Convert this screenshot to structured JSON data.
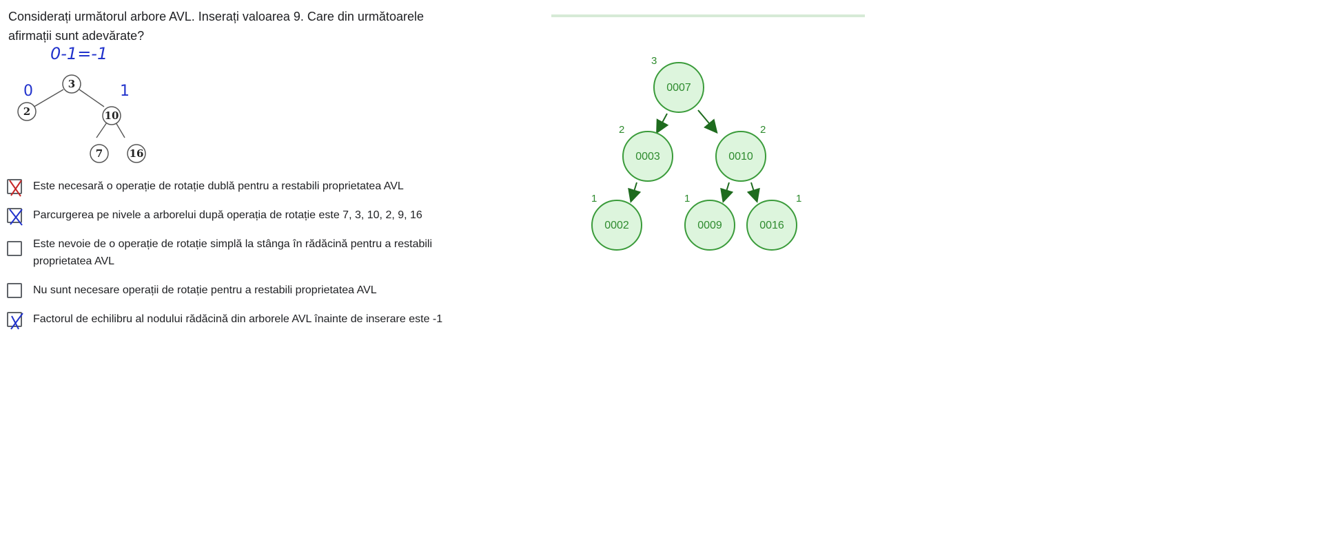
{
  "question": {
    "text_line1": "Considerați următorul arbore AVL. Inserați valoarea 9. Care din următoarele",
    "text_line2": "afirmații sunt adevărate?"
  },
  "handwritten": {
    "formula": "0-1=-1",
    "left_annot": "0",
    "right_annot": "1"
  },
  "initial_tree": {
    "root": "3",
    "left": "2",
    "right": "10",
    "right_left": "7",
    "right_right": "16"
  },
  "options": [
    {
      "label": "Este necesară o operație de rotație dublă pentru a restabili proprietatea AVL",
      "mark": "red-x"
    },
    {
      "label": "Parcurgerea pe nivele a arborelui după operația de rotație este 7, 3, 10, 2, 9, 16",
      "mark": "blue-x"
    },
    {
      "label_line1": "Este nevoie de o operație de rotație simplă la stânga în rădăcină pentru a restabili",
      "label_line2": "proprietatea AVL",
      "mark": "none"
    },
    {
      "label": "Nu sunt necesare operații de rotație pentru a restabili proprietatea AVL",
      "mark": "none"
    },
    {
      "label": "Factorul de echilibru al nodului rădăcină din arborele AVL înainte de inserare este -1",
      "mark": "blue-x"
    }
  ],
  "result_tree": {
    "root": {
      "value": "0007",
      "height": "3"
    },
    "left": {
      "value": "0003",
      "height": "2"
    },
    "right": {
      "value": "0010",
      "height": "2"
    },
    "left_left": {
      "value": "0002",
      "height": "1"
    },
    "right_left": {
      "value": "0009",
      "height": "1"
    },
    "right_right": {
      "value": "0016",
      "height": "1"
    }
  },
  "colors": {
    "handwriting": "#2233cc",
    "red_mark": "#c62828",
    "node_fill": "#ddf5dd",
    "node_stroke": "#3a9b3a",
    "arrow": "#1e6b1e"
  }
}
